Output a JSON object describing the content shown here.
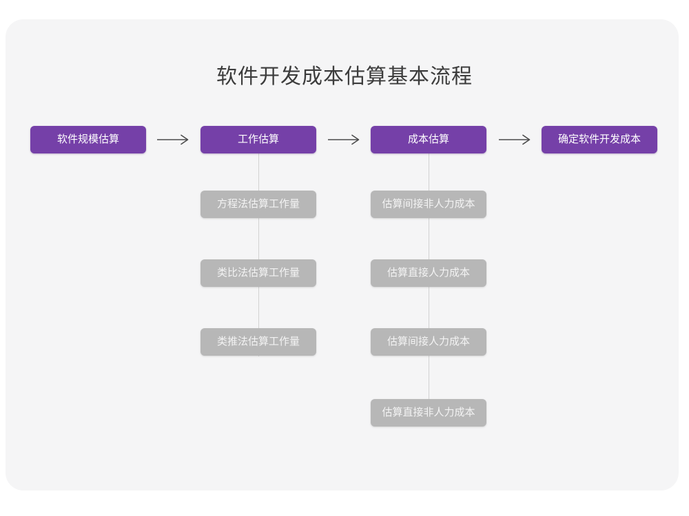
{
  "page": {
    "title": "软件开发成本估算基本流程",
    "background_color": "#ffffff",
    "card_color": "#f5f5f6",
    "primary_color": "#7540a8",
    "secondary_color": "#b7b7b7",
    "title_color": "#3c3c3c",
    "arrow_color": "#4a4a4a",
    "connector_color": "#d2d2d2"
  },
  "flow": {
    "main_steps": [
      {
        "label": "软件规模估算"
      },
      {
        "label": "工作估算"
      },
      {
        "label": "成本估算"
      },
      {
        "label": "确定软件开发成本"
      }
    ],
    "arrows": [
      {
        "glyph": "⟶"
      },
      {
        "glyph": "⟶"
      },
      {
        "glyph": "⟶"
      }
    ],
    "effort_substeps": [
      {
        "label": "方程法估算工作量"
      },
      {
        "label": "类比法估算工作量"
      },
      {
        "label": "类推法估算工作量"
      }
    ],
    "cost_substeps": [
      {
        "label": "估算间接非人力成本"
      },
      {
        "label": "估算直接人力成本"
      },
      {
        "label": "估算间接人力成本"
      },
      {
        "label": "估算直接非人力成本"
      }
    ]
  }
}
